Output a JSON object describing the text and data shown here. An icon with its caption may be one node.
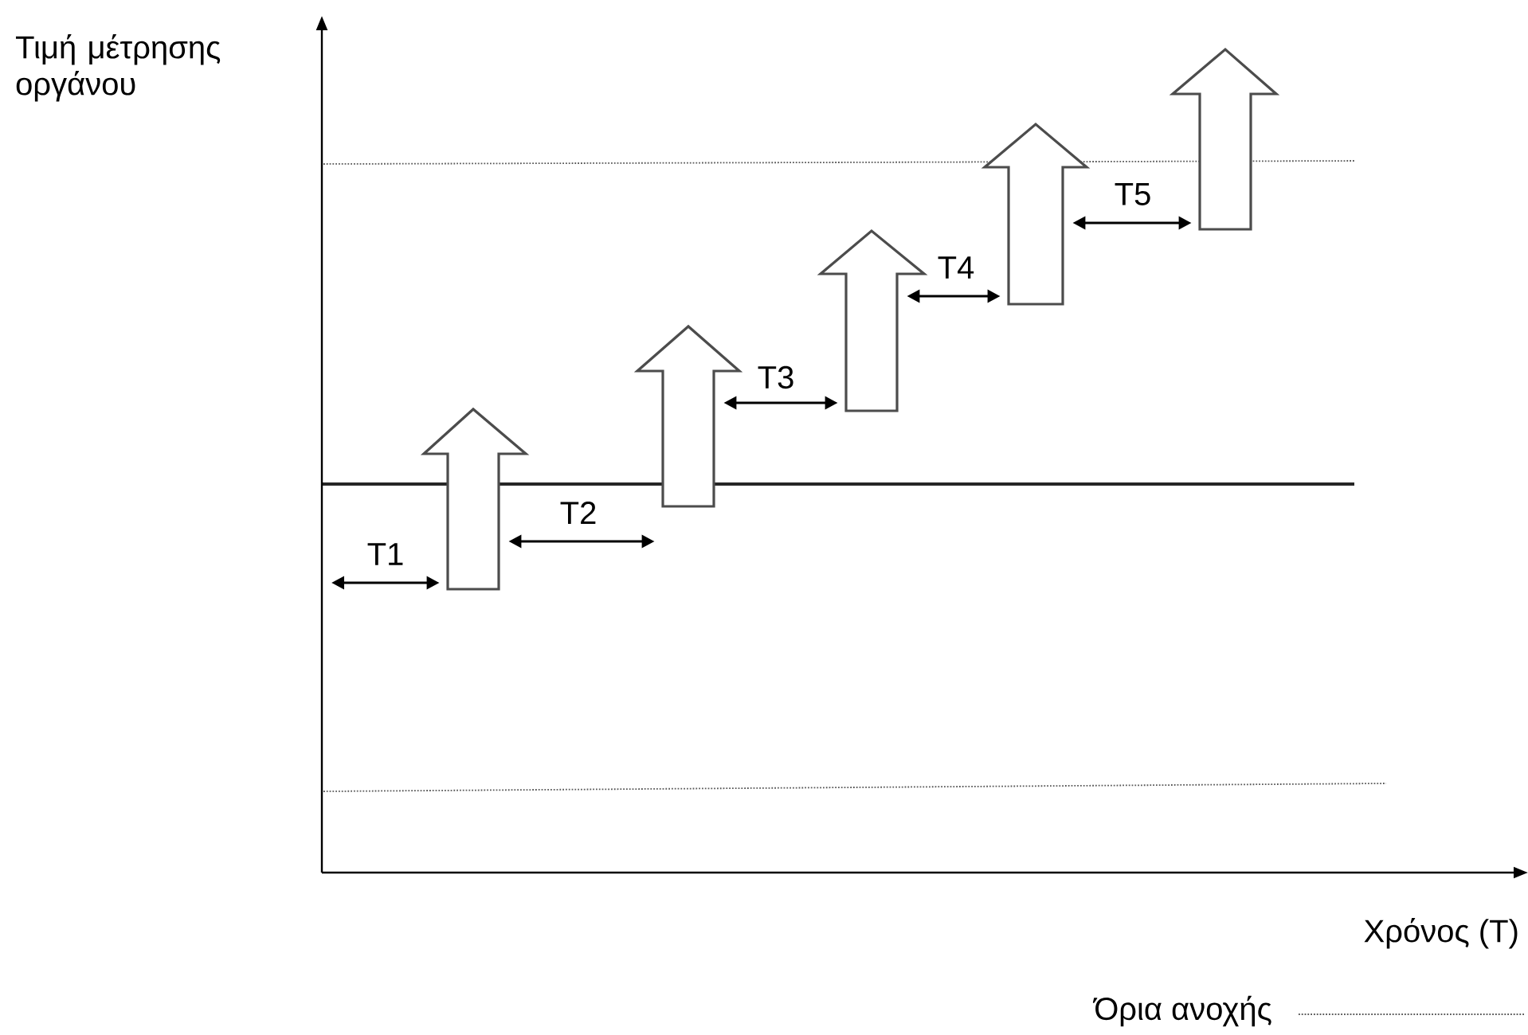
{
  "diagram": {
    "nodes": [
      {
        "text": [],
        "shape": "arrow"
      },
      {
        "text": [],
        "shape": "arrow"
      },
      {
        "text": [],
        "shape": "arrow"
      },
      {
        "text": [],
        "shape": "arrow"
      },
      {
        "text": [],
        "shape": "arrow"
      }
    ],
    "edges": [
      {
        "from": null,
        "to": 0,
        "arrow": "both",
        "label": "T1"
      },
      {
        "from": 0,
        "to": 1,
        "arrow": "both",
        "label": "T2"
      },
      {
        "from": 1,
        "to": 2,
        "arrow": "both",
        "label": "T3"
      },
      {
        "from": 2,
        "to": 3,
        "arrow": "both",
        "label": "T4"
      },
      {
        "from": 3,
        "to": 4,
        "arrow": "both",
        "label": "T5"
      }
    ],
    "labels": [
      "Τιμή μέτρησης οργάνου",
      "Χρόνος (T)"
    ],
    "legend": [
      {
        "text": "Όρια ανοχής"
      }
    ]
  }
}
